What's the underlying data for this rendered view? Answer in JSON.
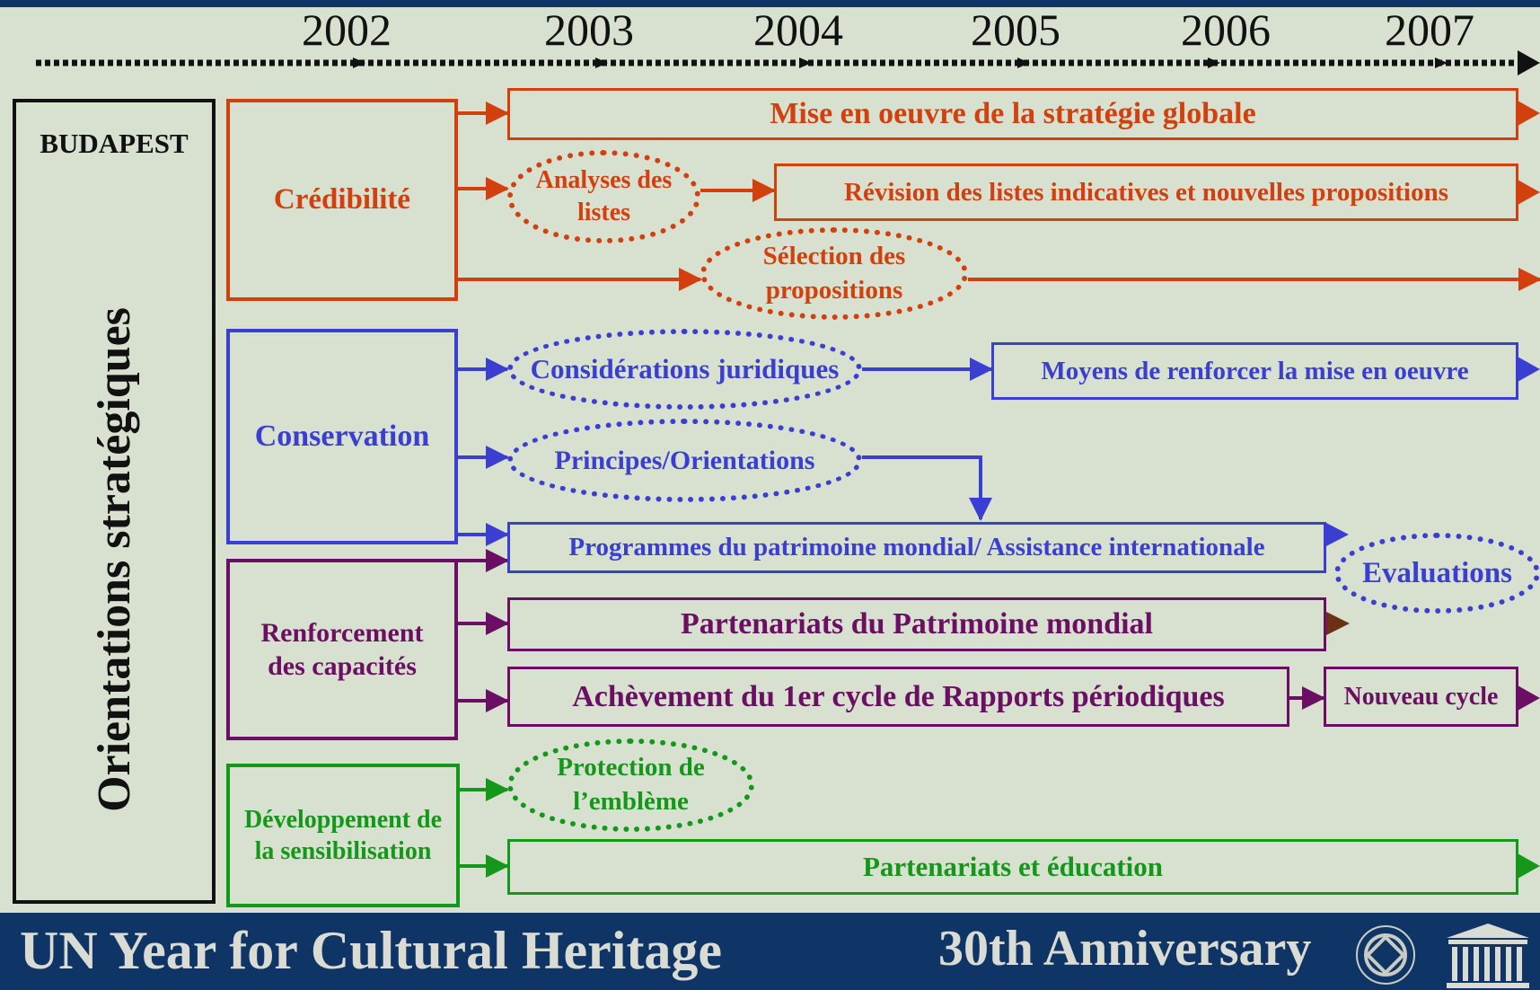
{
  "years": [
    "2002",
    "2003",
    "2004",
    "2005",
    "2006",
    "2007"
  ],
  "budapest": "BUDAPEST",
  "vertical_title": "Orientations stratégiques",
  "categories": {
    "credibilite": "Crédibilité",
    "conservation": "Conservation",
    "renforcement": "Renforcement des capacités",
    "developpement": "Développement de la sensibilisation"
  },
  "items": {
    "mise_en_oeuvre": "Mise en oeuvre de la stratégie globale",
    "analyses": "Analyses des listes",
    "revision": "Révision des listes indicatives et nouvelles propositions",
    "selection": "Sélection des propositions",
    "considerations": "Considérations juridiques",
    "moyens": "Moyens de renforcer la mise en oeuvre",
    "principes": "Principes/Orientations",
    "programmes": "Programmes du patrimoine mondial/ Assistance internationale",
    "evaluations": "Evaluations",
    "partenariats_pm": "Partenariats du Patrimoine mondial",
    "achevement": "Achèvement du 1er cycle de Rapports périodiques",
    "nouveau_cycle": "Nouveau cycle",
    "protection": "Protection de l’emblème",
    "partenariats_edu": "Partenariats et éducation"
  },
  "footer": {
    "title": "UN Year for Cultural Heritage",
    "anniversary": "30th Anniversary"
  },
  "icons": [
    "world-heritage-emblem-icon",
    "unesco-temple-icon"
  ],
  "colors": {
    "background": "#d8e1d0",
    "credibilite": "#d2400e",
    "conservation": "#3a3fd2",
    "renforcement": "#6a0f63",
    "developpement": "#14981a",
    "footer": "#0e3565"
  }
}
